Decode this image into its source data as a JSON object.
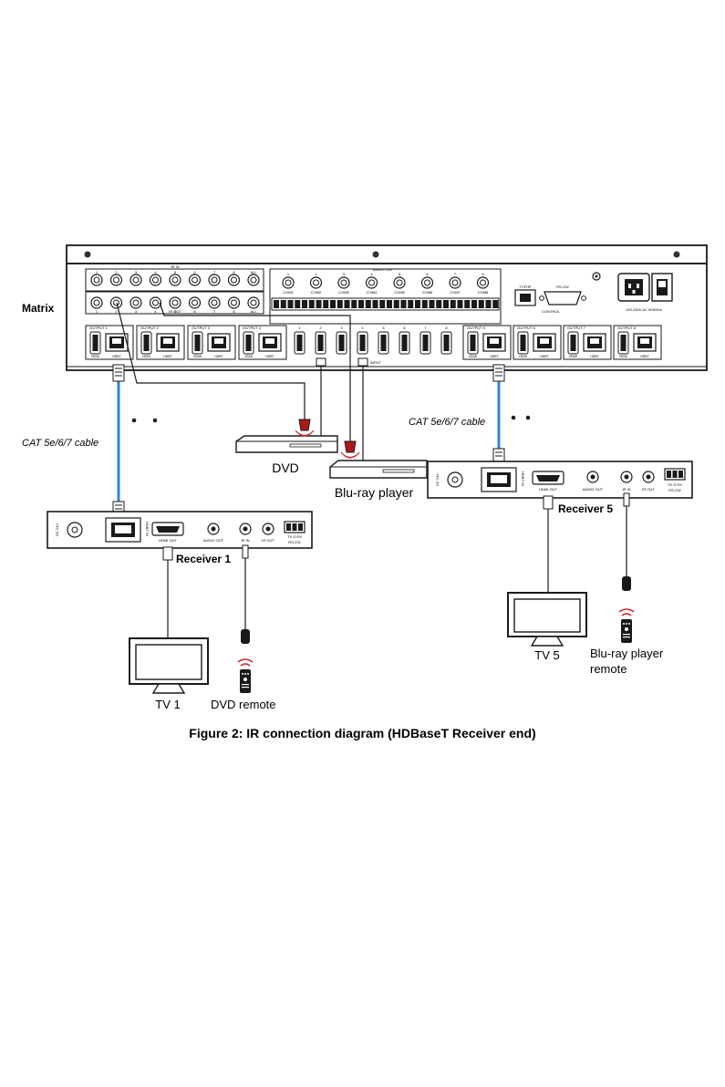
{
  "figure": {
    "caption": "Figure 2: IR connection diagram (HDBaseT Receiver end)"
  },
  "matrix": {
    "label": "Matrix",
    "ir_in_title": "IR IN",
    "ir_out_title": "IR OUT",
    "ir_port_labels": [
      "1",
      "2",
      "3",
      "4",
      "5",
      "6",
      "7",
      "8",
      "ALL"
    ],
    "audio_out_title": "AUDIO OUT",
    "audio_numbers": [
      "1",
      "2",
      "3",
      "4",
      "5",
      "6",
      "7",
      "8"
    ],
    "audio_com_labels": [
      "COM1",
      "COM2",
      "COM3",
      "COM4",
      "COM5",
      "COM6",
      "COM7",
      "COM8"
    ],
    "tcpip_label": "TCP/IP",
    "rs232_label": "RS-232",
    "control_label": "CONTROL",
    "power_label": "100-240V AC 50/60Hz",
    "outputs": [
      "OUTPUT 1",
      "OUTPUT 2",
      "OUTPUT 3",
      "OUTPUT 4",
      "OUTPUT 5",
      "OUTPUT 6",
      "OUTPUT 7",
      "OUTPUT 8"
    ],
    "hdmi_label": "HDMI",
    "hdbt_label": "HDBT",
    "input_label": "INPUT",
    "input_numbers": [
      "1",
      "2",
      "3",
      "4",
      "5",
      "6",
      "7",
      "8"
    ]
  },
  "cables": {
    "cat_left": "CAT 5e/6/7 cable",
    "cat_right": "CAT 5e/6/7 cable"
  },
  "devices": {
    "dvd": "DVD",
    "bluray": "Blu-ray player",
    "tv1": "TV 1",
    "tv5": "TV 5",
    "dvd_remote": "DVD remote",
    "bluray_remote_line1": "Blu-ray player",
    "bluray_remote_line2": "remote"
  },
  "receivers": {
    "receiver1": "Receiver 1",
    "receiver5": "Receiver 5",
    "dc_label": "DC 24V",
    "hdbt_in_label": "HDBT IN",
    "hdmi_out_label": "HDMI OUT",
    "audio_out_label": "AUDIO OUT",
    "ir_in_label": "IR IN",
    "ir_out_label": "IR OUT",
    "rs232_label": "TX G RX",
    "rs232_sub": "RS-232"
  },
  "colors": {
    "line": "#1a1a1a",
    "cat_cable": "#2f86d6",
    "remote_signal": "#d0262b",
    "eye_red": "#b01818",
    "panel_fill": "#ffffff",
    "port_fill": "#1a1a1a"
  }
}
